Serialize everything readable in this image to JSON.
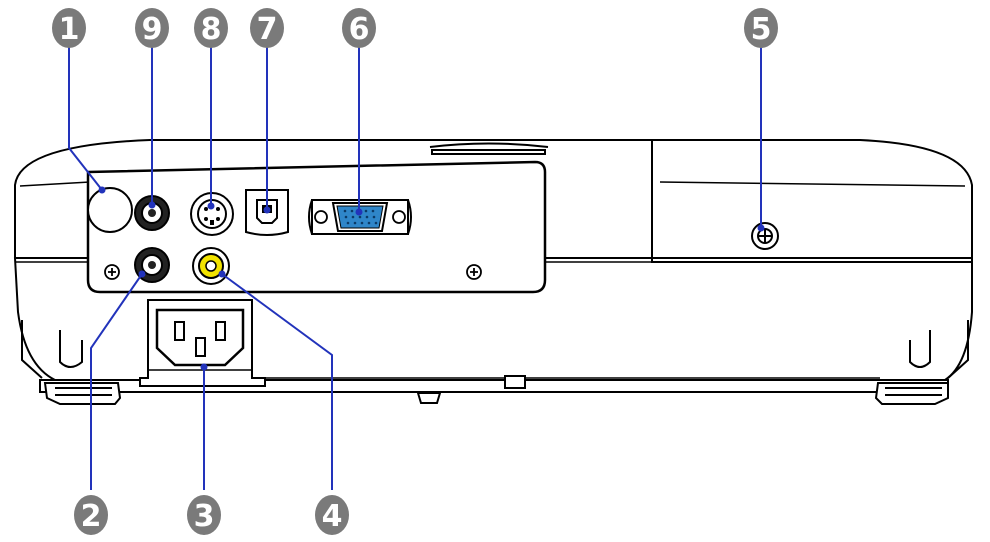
{
  "colors": {
    "outline": "#000000",
    "badge": "#7a7a7a",
    "leader": "#2233bb",
    "vga_blue": "#2f86c9",
    "video_yellow": "#f2e300",
    "body": "#ffffff"
  },
  "callouts": [
    {
      "label": "1",
      "target": "remote-receiver"
    },
    {
      "label": "2",
      "target": "audio-in-port"
    },
    {
      "label": "3",
      "target": "power-inlet"
    },
    {
      "label": "4",
      "target": "video-port"
    },
    {
      "label": "5",
      "target": "security-screw"
    },
    {
      "label": "6",
      "target": "computer-port"
    },
    {
      "label": "7",
      "target": "usb-port"
    },
    {
      "label": "8",
      "target": "s-video-port"
    },
    {
      "label": "9",
      "target": "audio-in-port-top"
    }
  ],
  "icons": {
    "screw": "phillips-screw-icon",
    "vga": "vga-connector-icon",
    "usb": "usb-b-icon",
    "svideo": "s-video-icon",
    "rca": "rca-jack-icon",
    "power": "iec-power-inlet-icon"
  }
}
